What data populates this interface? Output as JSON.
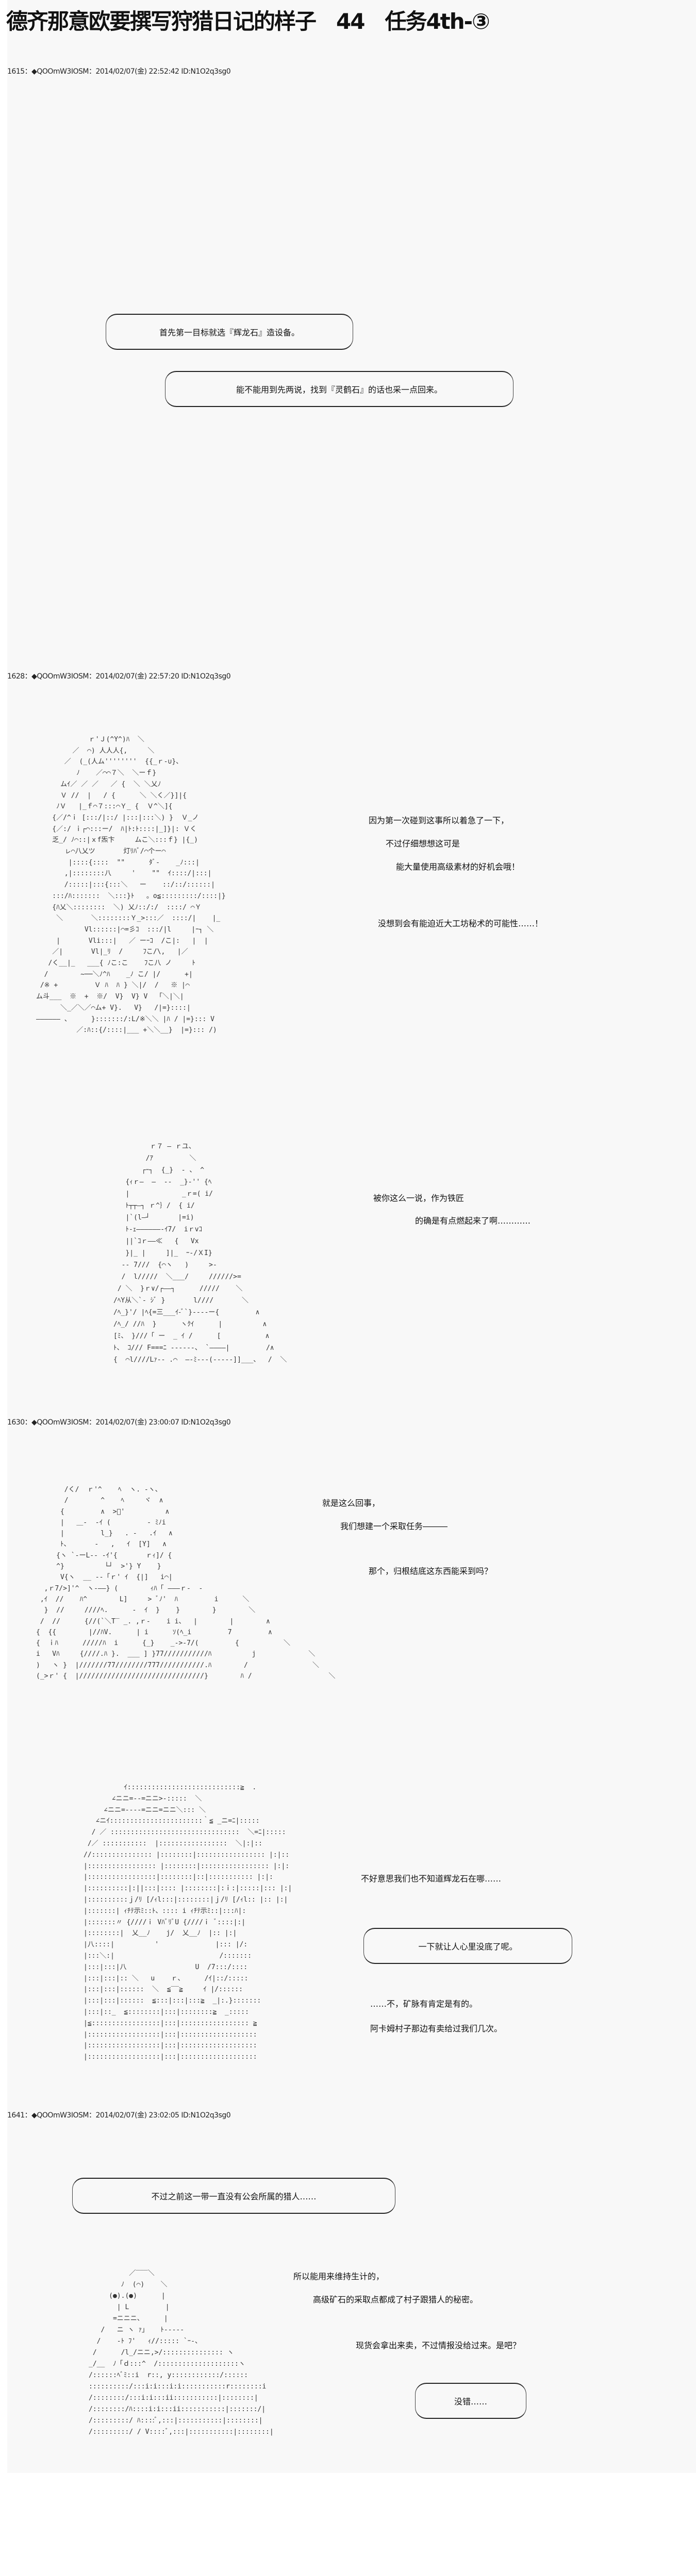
{
  "title": "德齐那意欧要撰写狩猎日记的样子　44　任务4th-③",
  "posts": [
    {
      "header": "1615：◆QOOmW3IOSM：2014/02/07(金) 22:52:42 ID:N1O2q3sg0",
      "bubbles": [
        "首先第一目标就选『辉龙石』造设备。",
        "能不能用到先两说，找到『灵鹤石』的话也采一点回来。"
      ]
    },
    {
      "header": "1628：◆QOOmW3IOSM：2014/02/07(金) 22:57:20 ID:N1O2q3sg0",
      "lines": [
        "因为第一次碰到这事所以着急了一下，",
        "不过仔细想想这可是",
        "能大量使用高级素材的好机会哦！",
        "没想到会有能迫近大工坊秘术的可能性……！",
        "被你这么一说，作为铁匠",
        "的确是有点燃起来了啊…………"
      ],
      "aa": [
        "             ｒ'Ｊ(^Y^)ﾊ  ＼\n         ／  ⌒) 人人人{,     ＼\n       ／  (_(人ム''''''''  {{_ｒ-∪}、\n          ﾉ    ／⌒⌒７＼  ＼ーｆ}\n      ムｲ／ ／ ／   ／ {  ＼ ＼乂ﾉ\n      Ｖ //  |   / {      ＼ ＼く／}]|{\n     ﾉＶ   |_ｆ⌒７:::⌒Ｙ_ {  Ｖ^＼]{\n    {／/^ｉ [:::/|::/ |:::|:::＼) }  Ｖ_ノ\n    {／:/ ｉ┌⌒:::ー/  ﾊ|ﾄ:ﾄ::::|_]}|: Ｖく\n    乏_/ ﾉ⌒::|ｘf炁卞     ムこ＼:::ｆ} |{_)\n       ㇾ⌒八乂ツ       灯ﾘﾊﾞ/⌒个ー⌒\n        |::::{::::  \"\"      ﾀﾞ-    _ﾉ:::|\n       ,|::::::::八     '    \"\"  ｲ::::/|:::|\n       /:::::|:::{:::＼   ー    ::/::/::::::|\n    :::/ﾊ:::::::  ＼:::}ﾄ   。o≦:::::::::/::::|}\n    {ﾊ乂＼::::::::  ＼) 乂ﾉ::/:/  ::::/ ⌒Ｙ\n     ＼       ＼::::::::Ｙ_>:::／  ::::/|    |_\n            Vl::::::|⌒=彡ｺ  :::/|l     |ｰ┐ ＼\n     |       Vli:::|   ／ ーｰｺ  /こ|:   |  |\n    ／|       Vl|_ﾘ  /     ﾌこ/\\,   |／\n   /く__|_   ___{ ﾉこ:こ    ﾌこ八 ノ     ﾄ\n  /        ~──＼ﾉ^ﾊ    _ﾉ こ/ |/      +|\n /※ +         Ｖ ﾊ  ﾊ } ＼|/  /   ※ |⌒\nム斗___  ※  +  ※/  V}  V} V  「＼|＼|\n      ＼_／＼／⌒ム+ V}.   V}   /|=}::::|\n―――――― 、     }:::::::/:L/※＼＼ |ﾊ / |=}::: V\n          ／:ﾊ::{/::::|___ +＼＼__}  |=}::: /)",
        "         ｒ７ ― ｒユ、\n        /ｱ         ＼\n       ┌ｰ┐  {_}  - 、 ^\n   {ｨｒ―  ―  ‐‐  _}-'' {ﾍ\n   |             _ｒ=( i/\n   ﾄ┬┬―┐ ｒ^｝/  { i/\n   |`(l―┘       |=i)\n   ﾄ-ｪ――――――‐ｲ7/  iｒvｺ\n   ||`ｺｒ――≪   {   Vx\n   }|_ |     ]|_  ｰ-/ＸI}\n  -- 7///  {⌒ヽ   )     >-\n  /  l/////  ＼___/     //////>=\n / ＼  }ｒ∨/┌――┐      /////    ＼\n/ﾍY从＼`‐ ｼﾞ }       l////       ＼\n/ﾍ_}'/ |ﾍ{=三___ｲ-ﾞ`}‐‐‐‐ー{         ∧\n/ﾍ_/ //ﾊ  }      ヽｸｲ      |          ∧\n[ﾐ、 }///「 ー  _ ｲ /      [           ∧\nﾄ、 ｺ/// F===ﾆ ------、 `――――|         /∧\n{  ⌒l////Lｧ-- .⌒  ―-ﾐ---(-----]]___、  /  ＼"
      ]
    },
    {
      "header": "1630：◆QOOmW3IOSM：2014/02/07(金) 23:00:07 ID:N1O2q3sg0",
      "lines": [
        "就是这么回事，",
        "我们想建一个采取任务―――",
        "那个，归根结底这东西能采到吗？",
        "不好意思我们也不知道辉龙石在哪……",
        "……不，矿脉有肯定是有的。",
        "阿卡姆村子那边有卖给过我们几次。"
      ],
      "bubble": "一下就让人心里没底了呢。",
      "aa": [
        "       /く/  ｒ'^    ﾍ  ヽ. -ヽ、\n       /        ^    ﾍ     ヾ  ∧\n      {         ∧  >ﾞ'          ∧\n      |   ＿-  -ｲ (         - ﾐﾉi\n      |         l_}   . -   .ｲ   ∧\n      ﾄ、      -   ,   ｲ  [Y]   ∧\n     {ヽ `‐ーL‐- -ｲ'{       ｒｨ]/ {\n     ^}          └┘  >'} Y    }\n      V{ヽ  __ --「ｒ' ｲ  {|]   i⌒|\n  ,ｒ7/>]'^  ヽ-――} (        ｨﾊ「 ―――ｒ-  -\n ,ｲ  //    ﾊ^        L]     > ﾞﾉ'  ﾊ         i      ＼\n  }  //     ////ﾍ.      -  ｲ  }    }        }        ＼\n /  //      {//(`＼T‾ _. ,ｒ-    i i、  |        |        ∧\n{  {{        |//ﾊV.      | i      ｿ(ﾍ_i         7         ∧\n{  ｉﾊ      /////ﾊ  i      {_}    _->-7/(         {           ＼\ni   Vﾊ     {////.ﾊ }.  ___ ] }77///////////ﾊ          j             ＼\n)   ヽ }  |///////77////////777///////////.ﾊ        /                ＼\n(_>ｒ' {  |///////////////////////////////}        ﾊ /                   ＼",
        "          ｲ::::::::::::::::::::::::::::≧  .\n       ∠ニニ=--=ニニ>-:::::  ＼\n     ∠ニニ=----=ニニ=ニニ＼::: ＼\n   ∠ニｲ:::::::::::::::::::::::｀≦ _ニ=ﾆ|:::::\n  / ／ ::::::::::::::::::::::::::::::::  ＼=ﾆ|:::::\n /／ :::::::::::  |:::::::::::::::::  ＼|:|::\n//::::::::::::::: |::::::::|::::::::::::::::: |:|::\n|::::::::::::::::: |::::::::|::::::::::::::::: |:|:\n|:::::::::::::::::|::::::::|::|::::::::::: |:|:\n|::::::::::|:||:::|:::: |::::::::|:ｉ:|:::::|::: |:|\n|::::::::::ｊ/ﾘ [/ｨl:::|::::::::|ｊ/ﾘ [/ｨl:: |:: |:|\n|:::::::| ｨﾁﾃ示ﾐ::ﾄ、:::: i ｨﾁﾃ示ﾐ::|:::ﾊ|:\n|:::::::〃 {////ｉ VﾊﾞﾘﾞU {////ｉ ﾞ::::|:|\n|::::::::|  乂__ﾉ    j/  乂__ﾉ  |:: |:|\n|八::::|          '              |::: |/:\n|:::＼:|                          /:::::::\n|:::|:::|八                 U  /7:::/::::\n|:::|:::|:: ＼   u    ｒ、     /ｲ|::/:::::\n|:::|:::|::::::  ＼  ≦‾‾≧     ｲ |/::::::\n|:::|:::|::::::  ≦:::|:::|:::≧  _|:.}:::::::\n|:::|::_  ≦::::::::|:::|::::::::≧  _:::::\n|≦:::::::::::::::::|:::|::::::::::::::::: ≧\n|::::::::::::::::::|:::|:::::::::::::::::::\n|::::::::::::::::::|:::|:::::::::::::::::::\n|::::::::::::::::::|:::|:::::::::::::::::::"
      ]
    },
    {
      "header": "1641：◆QOOmW3IOSM：2014/02/07(金) 23:02:05 ID:N1O2q3sg0",
      "bubble_top": "不过之前这一带一直没有公会所属的猎人……",
      "lines": [
        "所以能用来维持生计的，",
        "高级矿石的采取点都成了村子跟猎人的秘密。",
        "现货会拿出来卖，不过情报没给过来。是吧？"
      ],
      "bubble_bottom": "没错……",
      "aa": "          ／‾‾‾＼\n        ﾉ  (⌒)    ＼\n     (●).(●)      |\n       | L         |\n      =ニニニ、     |\n   /   ニ ヽ ｧ」   ﾄ-----\n  /    -ﾄ ﾌ'   ｨ//::::: `ｰ-、\n /      /l_/ニニ,>/::::::::::::::: ヽ\n_/__  ﾉ「ｄ:::^  /::::::::::::::::::::ヽ\n/::::::ﾍﾞﾐ::i  r::, y::::::::::::/::::::\n::::::::::/:::i:i:::i:i:::::::::::r::::::::i\n/::::::::/:::i:i:::ii:::::::::::|::::::::|\n/::::::::/ﾊ::::i:i:::ii:::::::::::|:::::::/|\n/:::::::::/ ﾊ::::ﾞ,:::|:::::::::::|::::::::|\n/:::::::::/ / V::::ﾞ,:::|:::::::::::|::::::::|"
    }
  ]
}
